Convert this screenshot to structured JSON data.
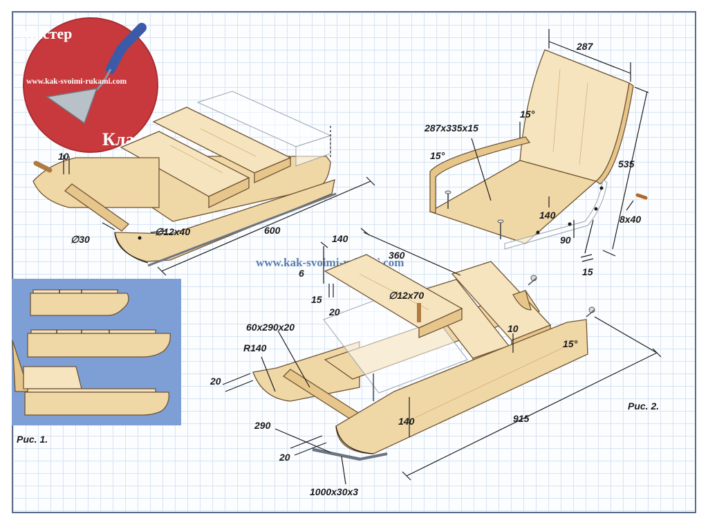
{
  "logo": {
    "title_top": "Мастер",
    "title_bottom": "Класс",
    "url": "www.kak-svoimi-rukami.com",
    "accent_color": "#c8393d",
    "icon": "trowel-icon"
  },
  "watermark": "www.kak-svoimi-rukami.com",
  "figure1": {
    "caption": "Рис. 1.",
    "panel_color": "#7d9fd6"
  },
  "figure_top": {
    "dims": {
      "peg_offset": "10",
      "axle_diameter": "∅30",
      "dowel": "∅12x40",
      "length": "600"
    }
  },
  "figure_chair": {
    "dims": {
      "back_width": "287",
      "back_panel": "287x335x15",
      "angle_left": "15°",
      "angle_back": "15°",
      "height": "535",
      "side_depth": "140",
      "bolt": "8x40",
      "bottom_offset": "90",
      "thickness": "15"
    }
  },
  "figure2": {
    "caption": "Рис. 2.",
    "dims": {
      "seat_width": "140",
      "seat_length": "360",
      "seat_gap": "6",
      "seat_thickness": "15",
      "seat_depth": "20",
      "dowel": "∅12x70",
      "crossbar": "60x290x20",
      "radius": "R140",
      "runner_thickness": "20",
      "peg_offset": "10",
      "angle": "15°",
      "side_height": "140",
      "length": "915",
      "axle_width": "290",
      "axle_thickness": "20",
      "steel_strip": "1000x30x3"
    }
  }
}
